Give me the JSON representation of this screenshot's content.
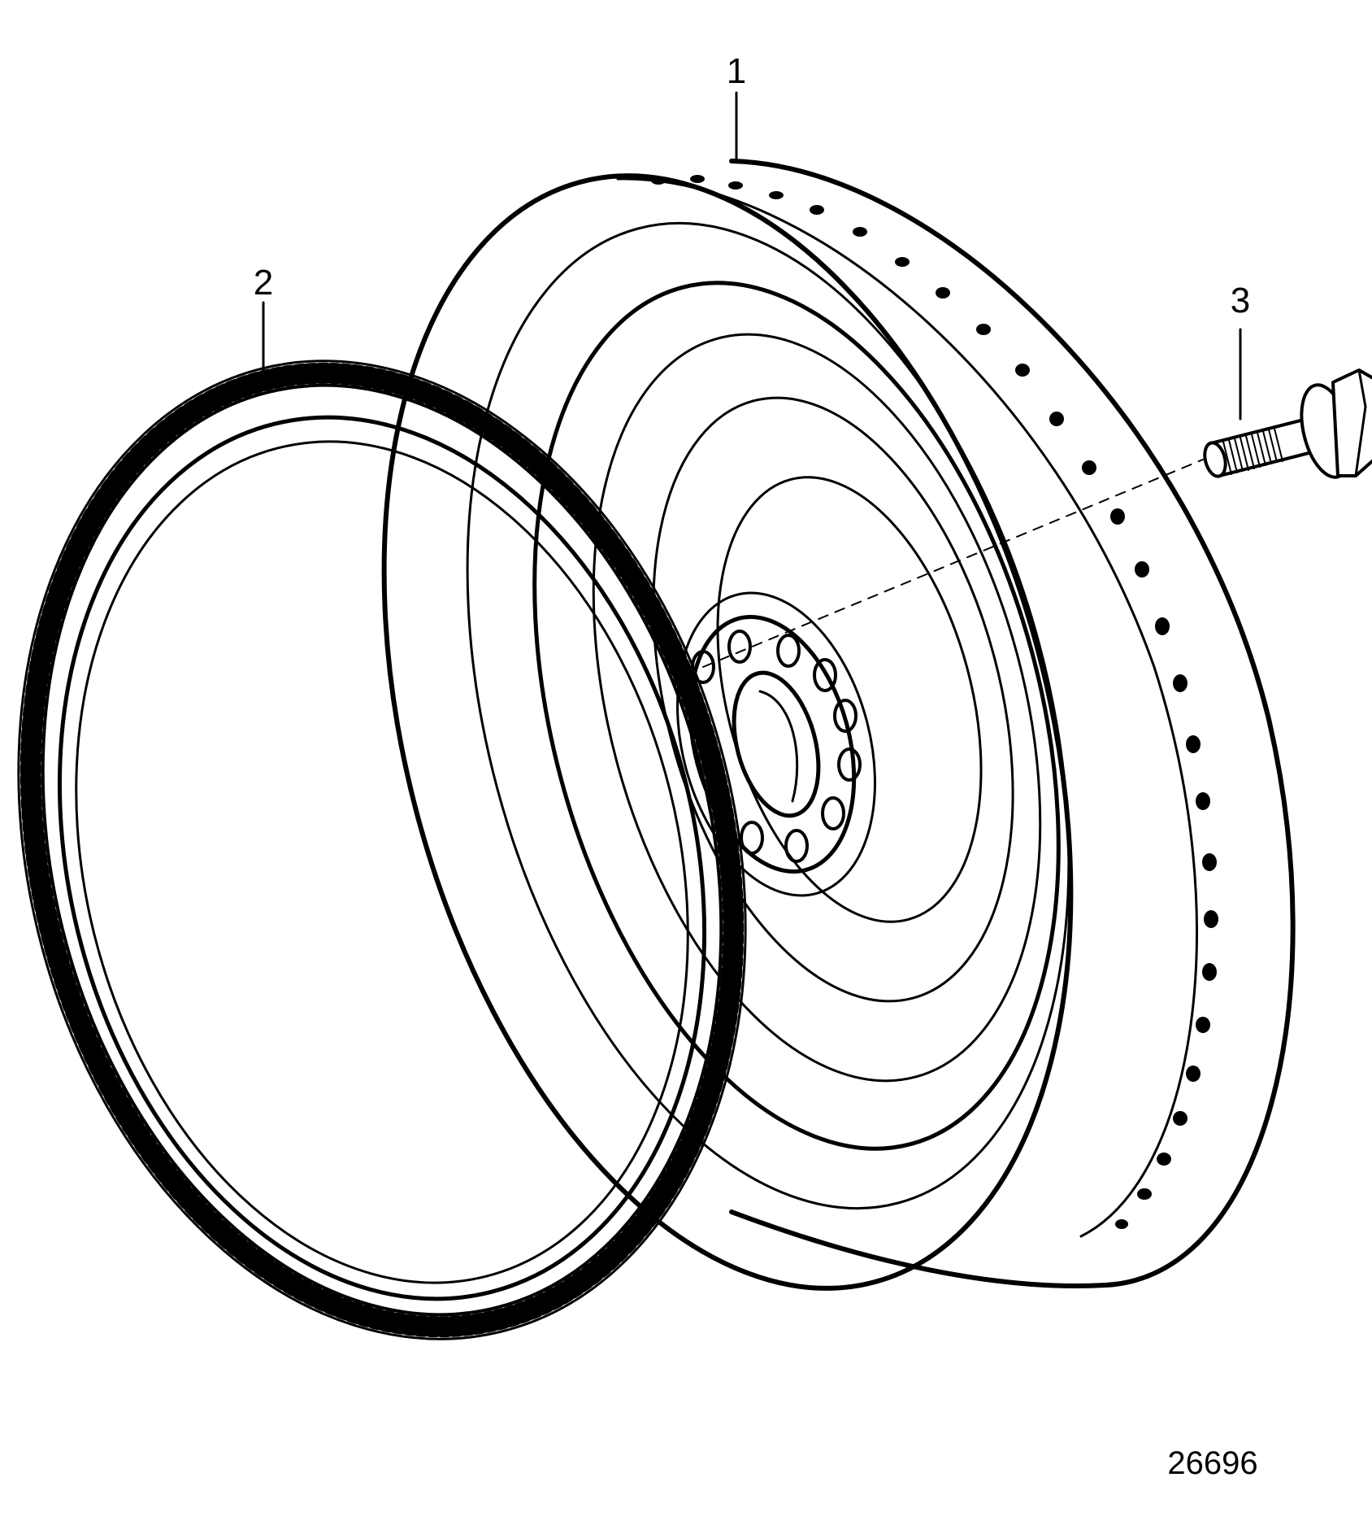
{
  "callouts": [
    {
      "id": "1",
      "label": "1"
    },
    {
      "id": "2",
      "label": "2"
    },
    {
      "id": "3",
      "label": "3"
    }
  ],
  "figure_number": "26696",
  "colors": {
    "line": "#000000",
    "background": "#ffffff"
  }
}
